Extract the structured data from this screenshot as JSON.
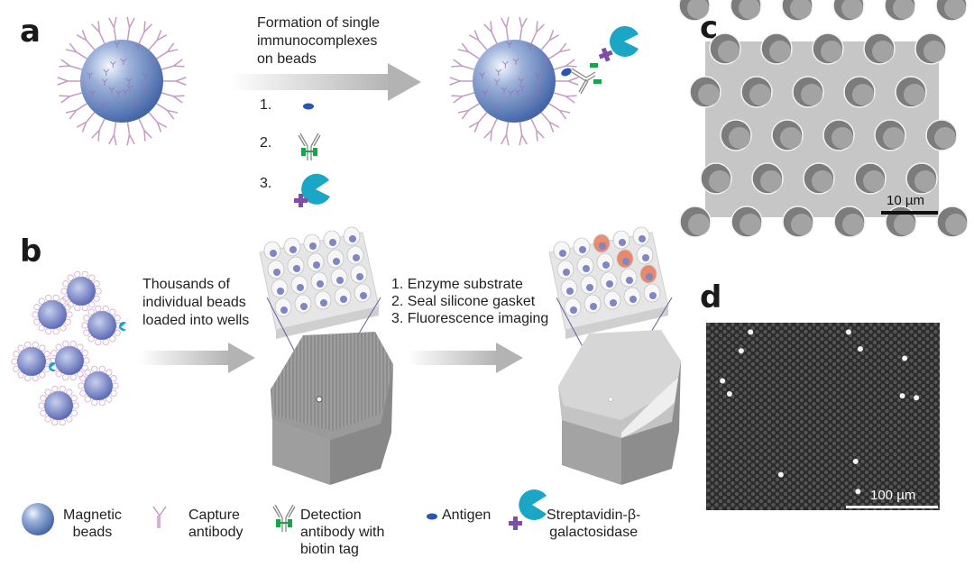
{
  "panels": {
    "a": {
      "letter": "a",
      "arrow_caption": "Formation of single\nimmunocomplexes\non beads",
      "steps": [
        {
          "number": "1.",
          "icon": "antigen-icon"
        },
        {
          "number": "2.",
          "icon": "detection-antibody-icon"
        },
        {
          "number": "3.",
          "icon": "streptavidin-beta-galactosidase-icon"
        }
      ]
    },
    "b": {
      "letter": "b",
      "arrow1_caption": "Thousands of\nindividual beads\nloaded into wells",
      "arrow2_steps": [
        "1. Enzyme substrate",
        "2. Seal silicone gasket",
        "3. Fluorescence imaging"
      ]
    },
    "c": {
      "letter": "c",
      "image": "SEM micrograph of beads in wells",
      "scale_bar": "10 µm"
    },
    "d": {
      "letter": "d",
      "image": "Fluorescence image of well array",
      "scale_bar": "100 µm"
    }
  },
  "legend": [
    {
      "icon": "magnetic-bead-icon",
      "label": "Magnetic\nbeads"
    },
    {
      "icon": "capture-antibody-icon",
      "label": "Capture\nantibody"
    },
    {
      "icon": "detection-antibody-icon",
      "label": "Detection\nantibody with\nbiotin tag"
    },
    {
      "icon": "antigen-icon",
      "label": "Antigen"
    },
    {
      "icon": "streptavidin-beta-galactosidase-icon",
      "label": "Streptavidin-β-\ngalactosidase"
    }
  ],
  "colors": {
    "bead": "#4a6fb0",
    "capture_antibody": "#c59ac4",
    "detection_antibody_tag": "#1aa34a",
    "antigen": "#2a55b0",
    "enzyme": "#1aa6c4",
    "streptavidin": "#7d4fa8",
    "positive_well": "#e8734f"
  }
}
